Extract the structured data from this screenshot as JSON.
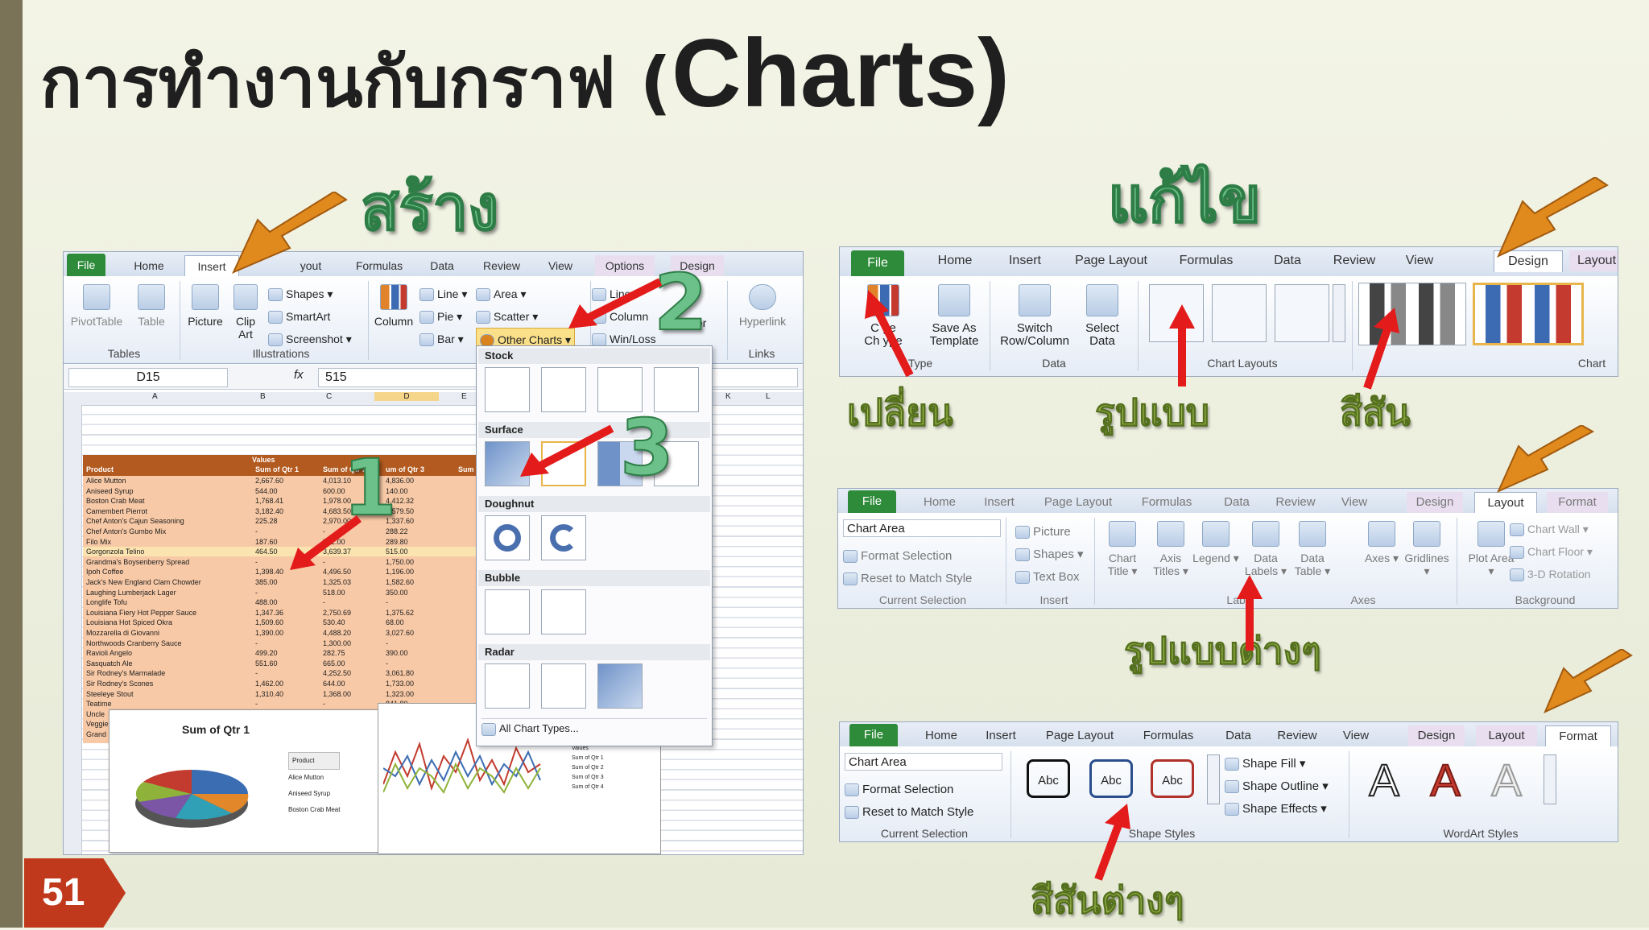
{
  "slide": {
    "title_thai": "การทำงานกับกราฟ (",
    "title_en": "Charts)",
    "page_number": "51",
    "label_create": "สร้าง",
    "label_edit": "แก้ไข",
    "label_change": "เปลี่ยน",
    "label_layout": "รูปแบบ",
    "label_color": "สีสัน",
    "label_various_layouts": "รูปแบบต่างๆ",
    "label_various_colors": "สีสันต่างๆ",
    "step1": "1",
    "step2": "2",
    "step3": "3"
  },
  "insert_shot": {
    "tabs": [
      "File",
      "Home",
      "Insert",
      "yout",
      "Formulas",
      "Data",
      "Review",
      "View",
      "Options",
      "Design"
    ],
    "buttons": {
      "pivot": "PivotTable",
      "table": "Table",
      "picture": "Picture",
      "clipart_1": "Clip",
      "clipart_2": "Art",
      "shapes": "Shapes ▾",
      "smartart": "SmartArt",
      "screenshot": "Screenshot ▾",
      "column": "Column",
      "line": "Line ▾",
      "pie": "Pie ▾",
      "bar": "Bar ▾",
      "area": "Area ▾",
      "scatter": "Scatter ▾",
      "other_charts": "Other Charts ▾",
      "line2": "Line",
      "column2": "Column",
      "winloss": "Win/Loss",
      "er": "er",
      "hyperlink": "Hyperlink"
    },
    "groups": {
      "tables": "Tables",
      "illustrations": "Illustrations",
      "charts": "Chart",
      "links": "Links"
    },
    "namebox": "D15",
    "fx": "fx",
    "formula": "515",
    "columns": [
      "A",
      "B",
      "C",
      "D",
      "E",
      "K",
      "L"
    ],
    "menu": {
      "stock": "Stock",
      "surface": "Surface",
      "doughnut": "Doughnut",
      "bubble": "Bubble",
      "radar": "Radar",
      "all": "All Chart Types..."
    },
    "pivot_header": [
      "Values",
      "Product",
      "Sum of Qtr 1",
      "Sum of Qtr 2",
      "um of Qtr 3",
      "Sum of Q"
    ],
    "rows": [
      [
        "Alice Mutton",
        "2,667.60",
        "4,013.10",
        "4,836.00"
      ],
      [
        "Aniseed Syrup",
        "544.00",
        "600.00",
        "140.00"
      ],
      [
        "Boston Crab Meat",
        "1,768.41",
        "1,978.00",
        "4,412.32"
      ],
      [
        "Camembert Pierrot",
        "3,182.40",
        "4,683.50",
        "9,579.50"
      ],
      [
        "Chef Anton's Cajun Seasoning",
        "225.28",
        "2,970.00",
        "1,337.60"
      ],
      [
        "Chef Anton's Gumbo Mix",
        "-",
        "-",
        "288.22"
      ],
      [
        "Filo Mix",
        "187.60",
        "742.00",
        "289.80"
      ],
      [
        "Gorgonzola Telino",
        "464.50",
        "3,639.37",
        "515.00"
      ],
      [
        "Grandma's Boysenberry Spread",
        "-",
        "-",
        "1,750.00"
      ],
      [
        "Ipoh Coffee",
        "1,398.40",
        "4,496.50",
        "1,196.00"
      ],
      [
        "Jack's New England Clam Chowder",
        "385.00",
        "1,325.03",
        "1,582.60"
      ],
      [
        "Laughing Lumberjack Lager",
        "-",
        "518.00",
        "350.00"
      ],
      [
        "Longlife Tofu",
        "488.00",
        "-",
        "-"
      ],
      [
        "Louisiana Fiery Hot Pepper Sauce",
        "1,347.36",
        "2,750.69",
        "1,375.62"
      ],
      [
        "Louisiana Hot Spiced Okra",
        "1,509.60",
        "530.40",
        "68.00"
      ],
      [
        "Mozzarella di Giovanni",
        "1,390.00",
        "4,488.20",
        "3,027.60"
      ],
      [
        "Northwoods Cranberry Sauce",
        "-",
        "1,300.00",
        "-"
      ],
      [
        "Ravioli Angelo",
        "499.20",
        "282.75",
        "390.00"
      ],
      [
        "Sasquatch Ale",
        "551.60",
        "665.00",
        "-"
      ],
      [
        "Sir Rodney's Marmalade",
        "-",
        "4,252.50",
        "3,061.80"
      ],
      [
        "Sir Rodney's Scones",
        "1,462.00",
        "644.00",
        "1,733.00"
      ],
      [
        "Steeleye Stout",
        "1,310.40",
        "1,368.00",
        "1,323.00"
      ],
      [
        "Teatime",
        "-",
        "-",
        "841.80"
      ],
      [
        "Uncle",
        "-",
        "-",
        "-"
      ],
      [
        "Veggie",
        "-",
        "-",
        "-"
      ],
      [
        "Grand",
        "-",
        "-",
        "-"
      ]
    ],
    "pie_title": "Sum of Qtr 1",
    "pie_legend": [
      "Product",
      "Alice Mutton",
      "Aniseed Syrup",
      "Boston Crab Meat"
    ],
    "legend_small": [
      "Values",
      "Sum of Qtr 1",
      "Sum of Qtr 2",
      "Sum of Qtr 3",
      "Sum of Qtr 4"
    ]
  },
  "design_shot": {
    "tabs": [
      "File",
      "Home",
      "Insert",
      "Page Layout",
      "Formulas",
      "Data",
      "Review",
      "View",
      "Design",
      "Layout"
    ],
    "change_1": "C   ge",
    "change_2": "Ch    ype",
    "save_1": "Save As",
    "save_2": "Template",
    "switch_1": "Switch",
    "switch_2": "Row/Column",
    "select_1": "Select",
    "select_2": "Data",
    "groups": {
      "type": "Type",
      "data": "Data",
      "layouts": "Chart Layouts",
      "styles": "Chart"
    }
  },
  "layout_shot": {
    "tabs": [
      "File",
      "Home",
      "Insert",
      "Page Layout",
      "Formulas",
      "Data",
      "Review",
      "View",
      "Design",
      "Layout",
      "Format"
    ],
    "chart_area": "Chart Area",
    "format_sel": "Format Selection",
    "reset": "Reset to Match Style",
    "current": "Current Selection",
    "picture": "Picture",
    "shapes": "Shapes ▾",
    "textbox": "Text Box",
    "insert": "Insert",
    "buttons": [
      "Chart Title ▾",
      "Axis Titles ▾",
      "Legend ▾",
      "Data Labels ▾",
      "Data Table ▾",
      "Axes ▾",
      "Gridlines ▾",
      "Plot Area ▾"
    ],
    "labels_grp": "Labe",
    "axes_grp": "Axes",
    "background": "Background",
    "chart_wall": "Chart Wall ▾",
    "chart_floor": "Chart Floor ▾",
    "rotation": "3-D Rotation"
  },
  "format_shot": {
    "tabs": [
      "File",
      "Home",
      "Insert",
      "Page Layout",
      "Formulas",
      "Data",
      "Review",
      "View",
      "Design",
      "Layout",
      "Format"
    ],
    "chart_area": "Chart Area",
    "format_sel": "Format Selection",
    "reset": "Reset to Match Style",
    "current": "Current Selection",
    "abc": "Abc",
    "shape_fill": "Shape Fill ▾",
    "shape_outline": "Shape Outline ▾",
    "shape_effects": "Shape Effects ▾",
    "shape_styles": "Shape Styles",
    "wordart": "WordArt Styles",
    "letter": "A"
  },
  "colors": {
    "accent_green": "#6cc089",
    "orange_arrow": "#e08a1e",
    "red_arrow": "#e31b1b",
    "file_tab": "#2e8b3a"
  }
}
